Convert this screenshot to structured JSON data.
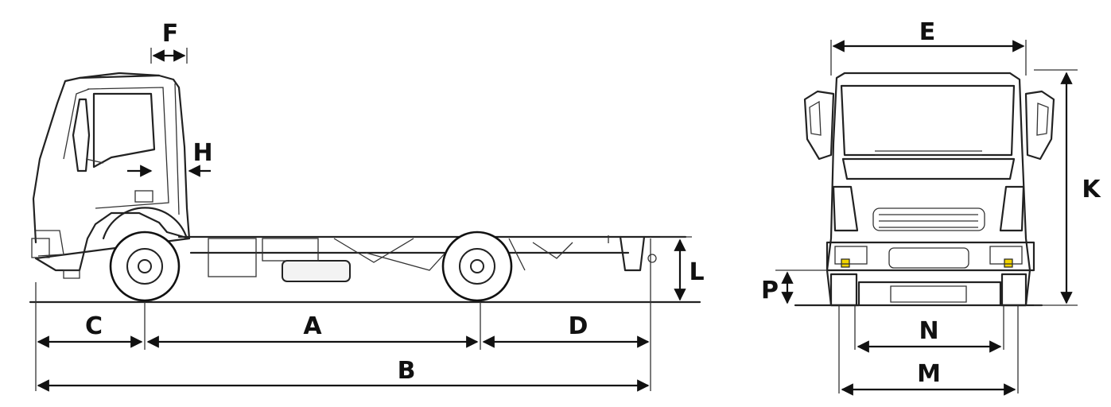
{
  "labels": {
    "A": "A",
    "B": "B",
    "C": "C",
    "D": "D",
    "E": "E",
    "F": "F",
    "H": "H",
    "K": "K",
    "L": "L",
    "M": "M",
    "N": "N",
    "P": "P"
  },
  "colors": {
    "line": "#222222",
    "indicator": "#f2d400",
    "background": "#ffffff"
  }
}
